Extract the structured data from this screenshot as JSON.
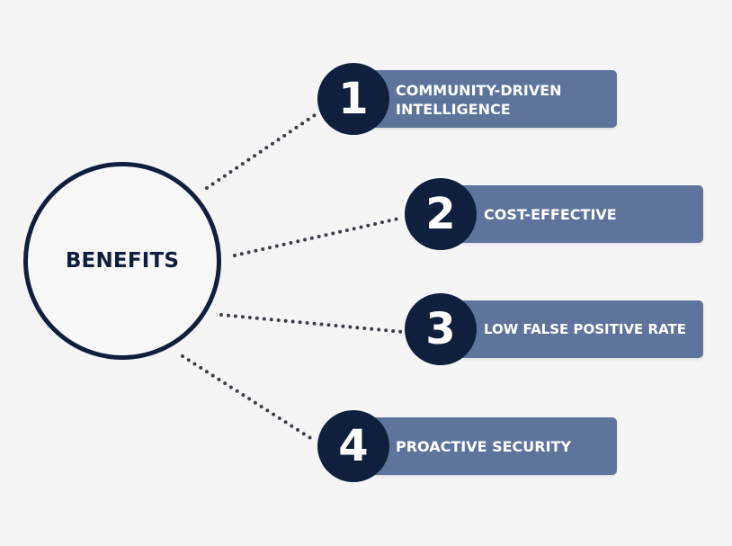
{
  "hub": {
    "label": "BENEFITS"
  },
  "benefits": [
    {
      "number": "1",
      "label": "COMMUNITY-DRIVEN INTELLIGENCE"
    },
    {
      "number": "2",
      "label": "COST-EFFECTIVE"
    },
    {
      "number": "3",
      "label": "LOW FALSE POSITIVE RATE"
    },
    {
      "number": "4",
      "label": "PROACTIVE SECURITY"
    }
  ],
  "colors": {
    "background": "#f5f5f6",
    "navy": "#0f1f3d",
    "bar": "#5e749d",
    "white": "#ffffff",
    "connector": "#3b3f47"
  }
}
